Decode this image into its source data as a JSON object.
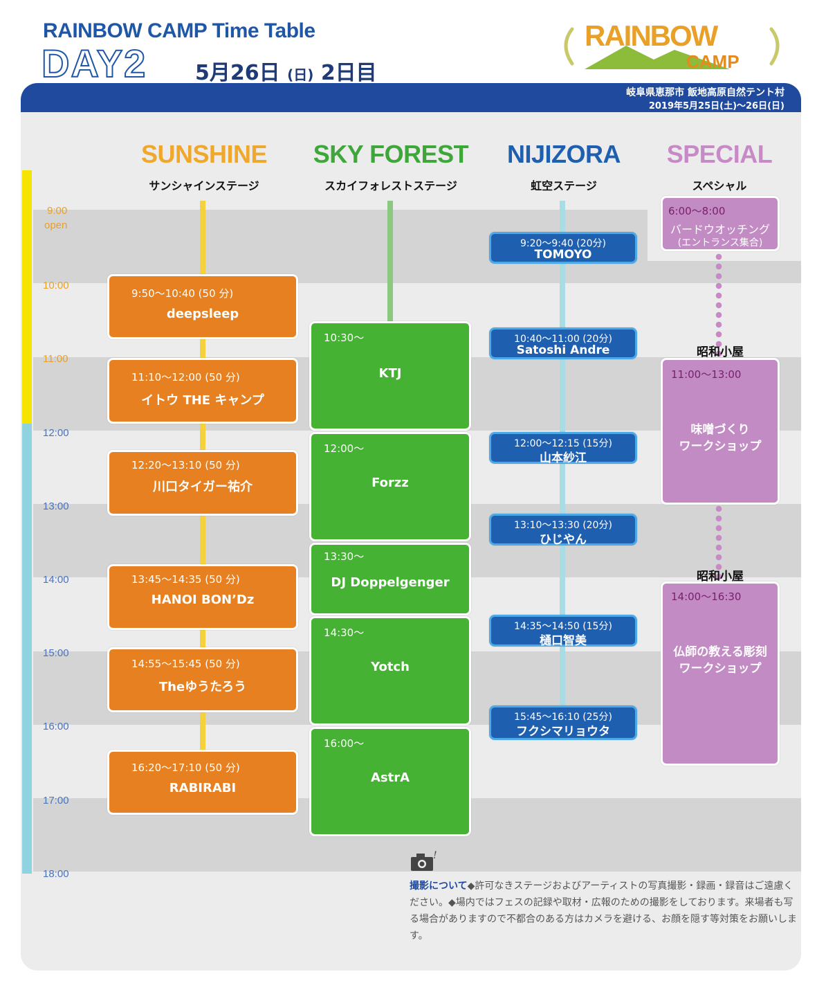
{
  "header": {
    "title": "RAINBOW CAMP  Time Table",
    "day": "DAY2",
    "date_main": "5月26日",
    "date_dow": "(日)",
    "date_suffix": "2日目"
  },
  "logo": {
    "word": "RAINBOW",
    "sub": "CAMP"
  },
  "venue": {
    "place": "岐阜県恵那市  飯地高原自然テント村",
    "dates": "2019年5月25日(土)〜26日(日)"
  },
  "times": [
    "9:00",
    "open",
    "10:00",
    "11:00",
    "12:00",
    "13:00",
    "14:00",
    "15:00",
    "16:00",
    "17:00",
    "18:00"
  ],
  "stages": [
    {
      "name": "SUNSHINE",
      "sub": "サンシャインステージ",
      "color": "#f0a82c"
    },
    {
      "name": "SKY FOREST",
      "sub": "スカイフォレストステージ",
      "color": "#3fa73a"
    },
    {
      "name": "NIJIZORA",
      "sub": "虹空ステージ",
      "color": "#1f5fb0"
    },
    {
      "name": "SPECIAL",
      "sub": "スペシャル",
      "color": "#c78ac6"
    }
  ],
  "sunshine": [
    {
      "time": "9:50〜10:40 (50 分)",
      "act": "deepsleep"
    },
    {
      "time": "11:10〜12:00 (50 分)",
      "act": "イトウ THE キャンプ"
    },
    {
      "time": "12:20〜13:10 (50 分)",
      "act": "川口タイガー祐介"
    },
    {
      "time": "13:45〜14:35 (50 分)",
      "act": "HANOI BON’Dz"
    },
    {
      "time": "14:55〜15:45 (50 分)",
      "act": "Theゆうたろう"
    },
    {
      "time": "16:20〜17:10 (50 分)",
      "act": "RABIRABI"
    }
  ],
  "skyforest": [
    {
      "time": "10:30〜",
      "act": "KTJ"
    },
    {
      "time": "12:00〜",
      "act": "Forzz"
    },
    {
      "time": "13:30〜",
      "act": "DJ Doppelgenger"
    },
    {
      "time": "14:30〜",
      "act": "Yotch"
    },
    {
      "time": "16:00〜",
      "act": "AstrA"
    }
  ],
  "nijizora": [
    {
      "time": "9:20〜9:40 (20分)",
      "act": "TOMOYO"
    },
    {
      "time": "10:40〜11:00 (20分)",
      "act": "Satoshi Andre"
    },
    {
      "time": "12:00〜12:15 (15分)",
      "act": "山本紗江"
    },
    {
      "time": "13:10〜13:30 (20分)",
      "act": "ひじやん"
    },
    {
      "time": "14:35〜14:50 (15分)",
      "act": "樋口智美"
    },
    {
      "time": "15:45〜16:10 (25分)",
      "act": "フクシマリョウタ"
    }
  ],
  "special": [
    {
      "time": "6:00〜8:00",
      "act1": "バードウオッチング",
      "act2": "(エントランス集合)"
    },
    {
      "place": "昭和小屋",
      "time": "11:00〜13:00",
      "act1": "味噌づくり",
      "act2": "ワークショップ"
    },
    {
      "place": "昭和小屋",
      "time": "14:00〜16:30",
      "act1": "仏師の教える彫刻",
      "act2": "ワークショップ"
    }
  ],
  "note": {
    "heading": "撮影について",
    "body": "◆許可なきステージおよびアーティストの写真撮影・録画・録音はご遠慮ください。◆場内ではフェスの記録や取材・広報のための撮影をしております。来場者も写る場合がありますので不都合のある方はカメラを避ける、お顔を隠す等対策をお願いします。"
  },
  "colors": {
    "blue_bar": "#1f4a9e",
    "orange": "#e68020",
    "green": "#45b233",
    "nijizora_box": "#1f5fb0",
    "special_box": "#c28bc3",
    "timeline_yellow": "#f5e400",
    "timeline_cyan": "#8fd3e0"
  }
}
